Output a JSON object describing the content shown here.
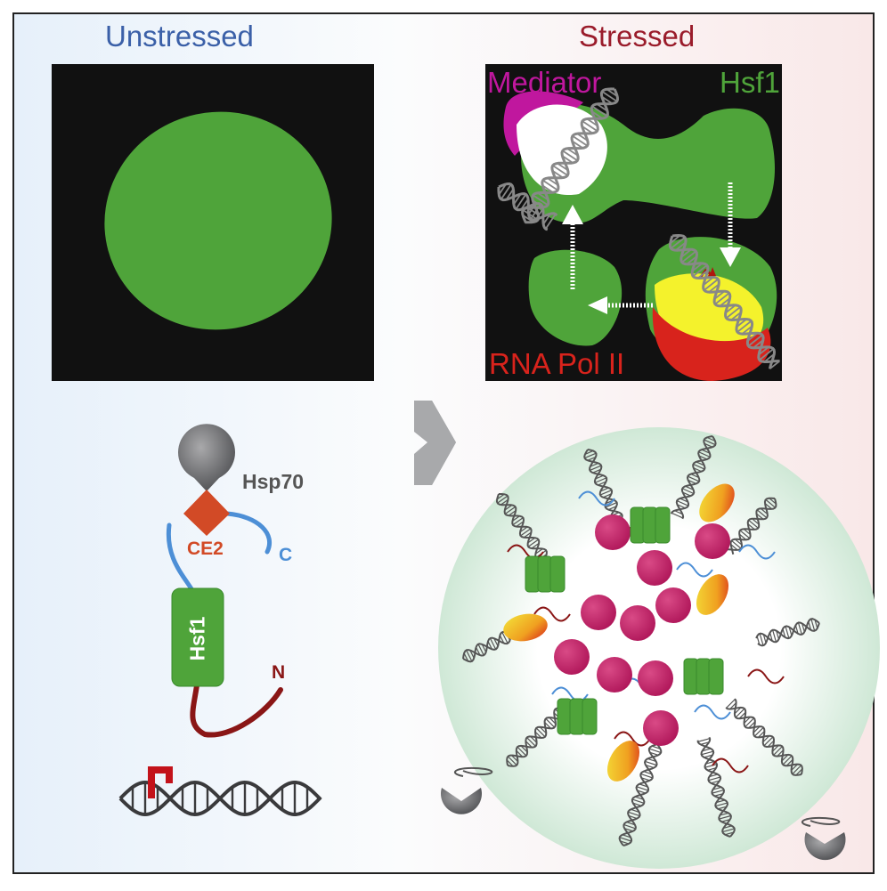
{
  "titles": {
    "unstressed": "Unstressed",
    "stressed": "Stressed"
  },
  "stressed_panel": {
    "mediator": "Mediator",
    "hsf1": "Hsf1",
    "rna_pol_ii": "RNA Pol II"
  },
  "hsf1_model": {
    "hsp70": "Hsp70",
    "ce2": "CE2",
    "c_terminus": "C",
    "hsf1": "Hsf1",
    "n_terminus": "N"
  },
  "colors": {
    "unstressed_title": "#3b60a8",
    "stressed_title": "#9a1c2b",
    "hsf1_green": "#4fa43a",
    "mediator": "#c0179e",
    "pol_ii": "#d8231c",
    "yellow": "#f4f22c",
    "ce2": "#d24a26",
    "c_blue": "#4d8fd6",
    "n_red": "#8a1616",
    "condensate_sphere": "#c41f67"
  }
}
